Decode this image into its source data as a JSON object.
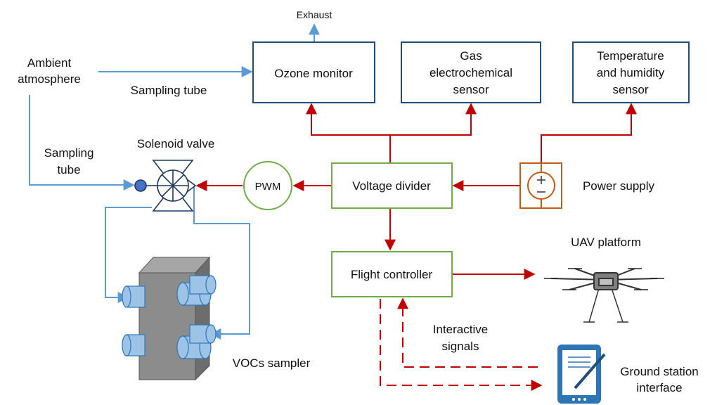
{
  "blocks": {
    "ozone": "Ozone monitor",
    "gas": [
      "Gas",
      "electrochemical",
      "sensor"
    ],
    "temp": [
      "Temperature",
      "and humidity",
      "sensor"
    ],
    "divider": "Voltage divider",
    "flight": "Flight controller",
    "pwm": "PWM"
  },
  "labels": {
    "exhaust": "Exhaust",
    "ambient": [
      "Ambient",
      "atmosphere"
    ],
    "sampling_tube_top": "Sampling tube",
    "sampling_tube_left": [
      "Sampling",
      "tube"
    ],
    "solenoid": "Solenoid valve",
    "power": "Power supply",
    "uav": "UAV platform",
    "interactive": [
      "Interactive",
      "signals"
    ],
    "vocs": "VOCs sampler",
    "ground": [
      "Ground station",
      "interface"
    ]
  },
  "colors": {
    "gas_line": "#5b9bd5",
    "box_blue": "#1f4e79",
    "box_green": "#70ad47",
    "box_orange": "#c55a11",
    "power_line": "#c00000",
    "tablet": "#2e75b6"
  },
  "icons": [
    "drone-icon",
    "tablet-icon",
    "solenoid-valve-icon",
    "vocs-sampler-icon",
    "dc-source-icon"
  ]
}
